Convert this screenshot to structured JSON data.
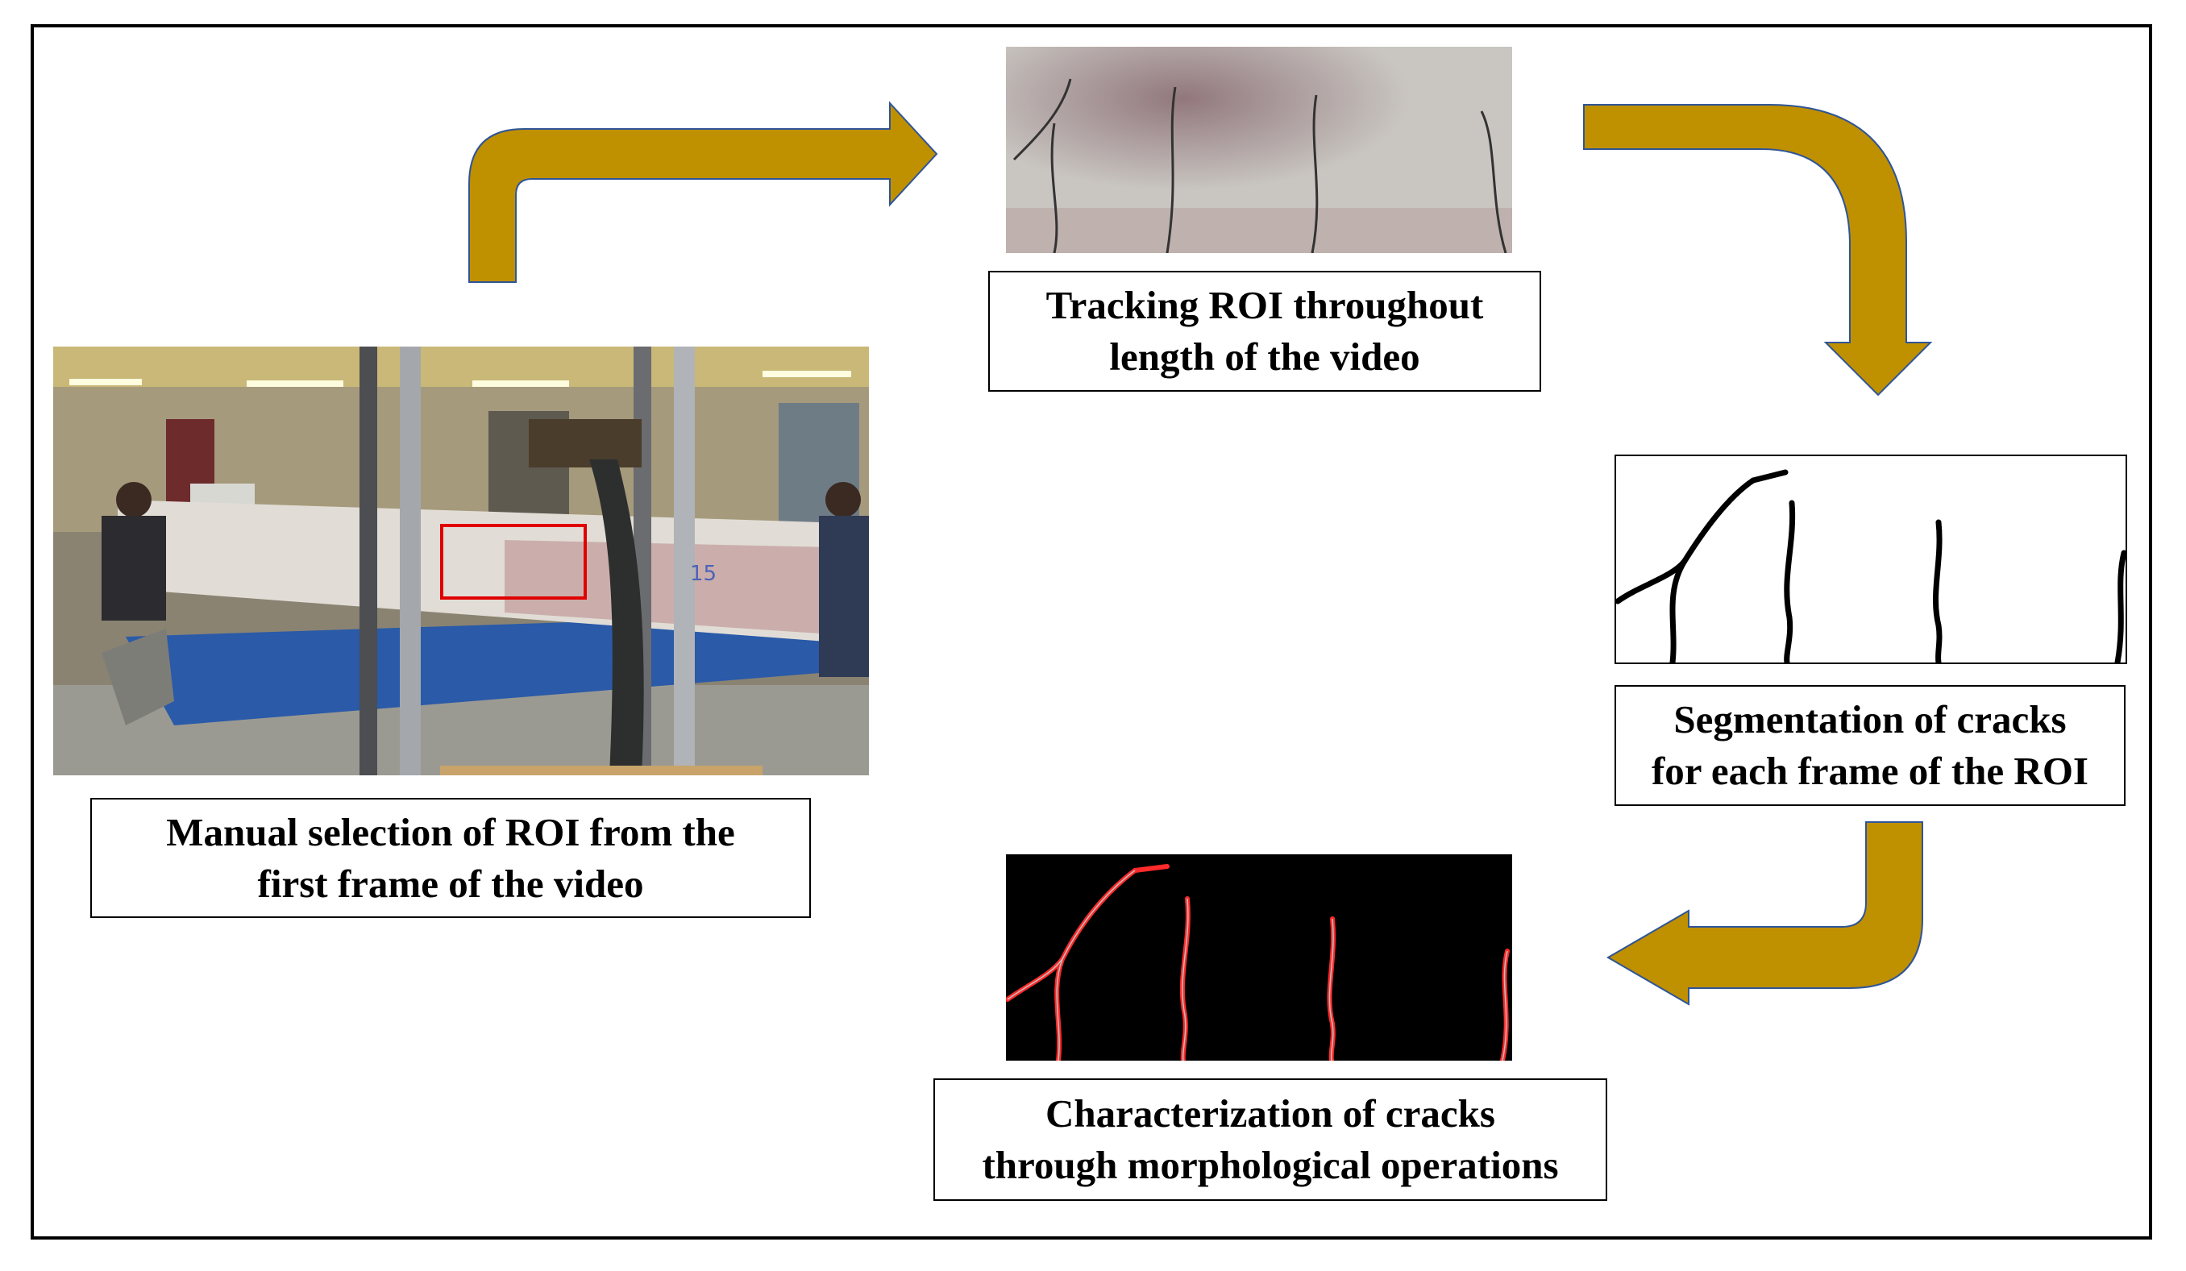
{
  "steps": [
    {
      "id": "manual-selection",
      "caption": [
        "Manual selection of ROI from the",
        "first frame of the video"
      ],
      "beam_marker": "15"
    },
    {
      "id": "tracking",
      "caption": [
        "Tracking ROI throughout",
        "length of the video"
      ]
    },
    {
      "id": "segmentation",
      "caption": [
        "Segmentation of cracks",
        "for each frame of the ROI"
      ]
    },
    {
      "id": "characterization",
      "caption": [
        "Characterization of cracks",
        "through morphological operations"
      ]
    }
  ],
  "colors": {
    "arrow_fill": "#bf9000",
    "arrow_outline": "#2f5597",
    "roi_box": "#e00000",
    "crack_outline": "#ff2a2a",
    "frame": "#000000"
  },
  "icons": {
    "flow_arrow": "bent-arrow-icon"
  }
}
